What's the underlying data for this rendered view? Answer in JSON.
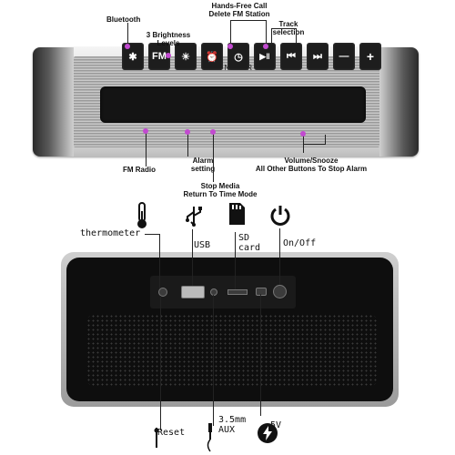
{
  "brand": "ORIONSTAR",
  "labels": {
    "bluetooth": "Bluetooth",
    "brightness": "3 Brightness\nLevels",
    "hands_free": "Hands-Free Call\nDelete FM Station",
    "track": "Track\nselection",
    "fm_radio": "FM Radio",
    "alarm": "Alarm\nsetting",
    "stop_media": "Stop Media\nReturn To Time Mode",
    "volume": "Volume/Snooze\nAll Other Buttons To Stop Alarm",
    "thermometer": "thermometer",
    "usb": "USB",
    "sdcard": "SD\ncard",
    "onoff": "On/Off",
    "reset": "Reset",
    "aux": "3.5mm\nAUX",
    "power5v": "5V"
  },
  "keys": [
    "✱",
    "FM",
    "☀",
    "⏰",
    "◷",
    "▶‖",
    "⏮",
    "⏭",
    "—",
    "+"
  ],
  "colors": {
    "dot": "#c24ad0",
    "panel": "#141414"
  }
}
